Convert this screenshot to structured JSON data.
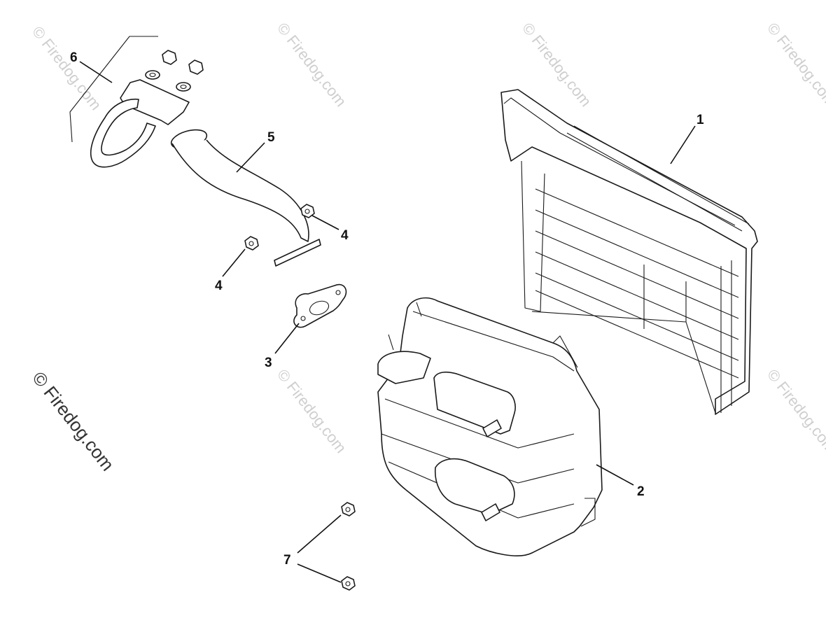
{
  "watermark": {
    "text": "© Firedog.com"
  },
  "callouts": [
    {
      "number": "1",
      "part": "muffler guard"
    },
    {
      "number": "2",
      "part": "muffler"
    },
    {
      "number": "3",
      "part": "gasket"
    },
    {
      "number": "4",
      "part": "nut"
    },
    {
      "number": "5",
      "part": "exhaust pipe"
    },
    {
      "number": "6",
      "part": "u-bolt clamp"
    },
    {
      "number": "7",
      "part": "nut"
    }
  ],
  "colors": {
    "line": "#1a1a1a",
    "watermark": "#cfcfcf",
    "watermark_dark": "#333333",
    "background": "#ffffff"
  }
}
